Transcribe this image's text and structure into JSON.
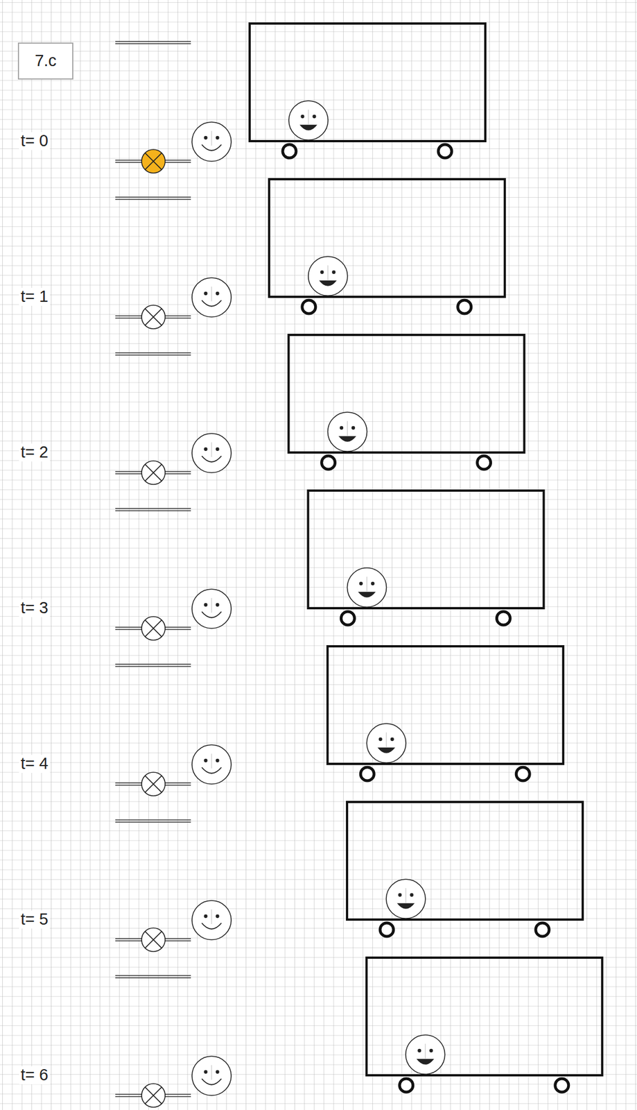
{
  "diagram": {
    "nodes": [
      {
        "text": [
          "7.c"
        ]
      }
    ],
    "labels": [
      "t= 0",
      "t= 1",
      "t= 2",
      "t= 3",
      "t= 4",
      "t= 5",
      "t= 6"
    ]
  }
}
